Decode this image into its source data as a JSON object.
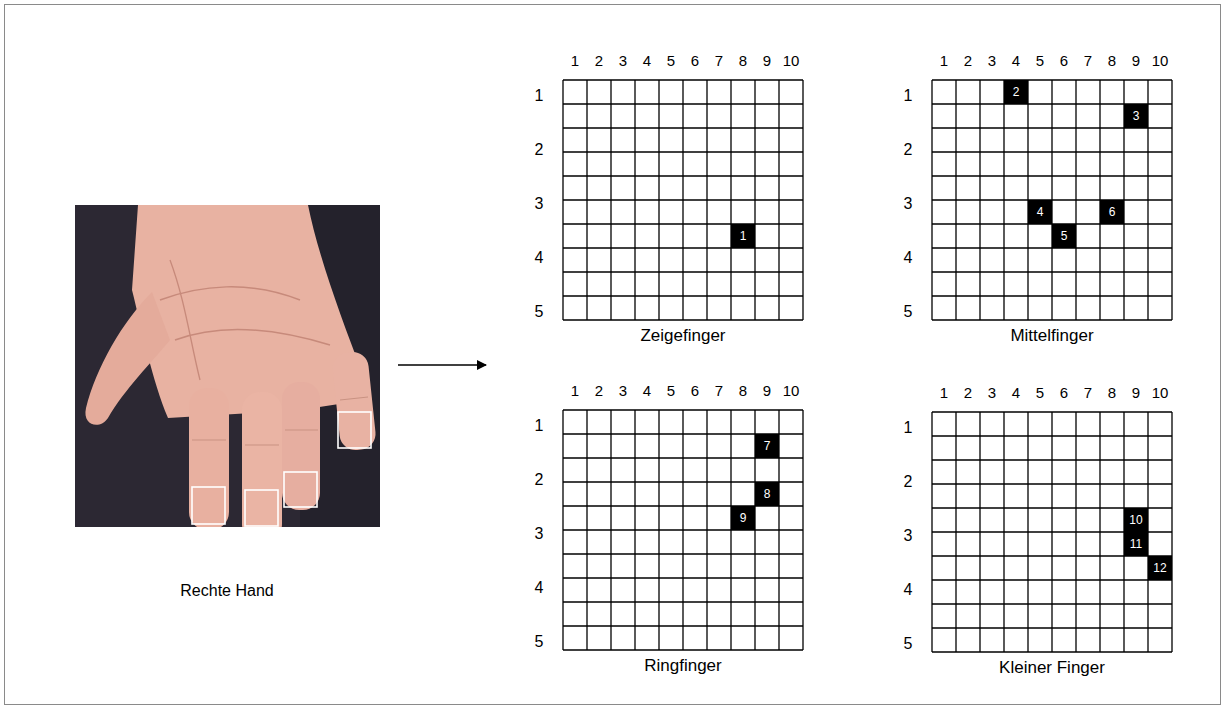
{
  "diagram": {
    "nodes": [
      {
        "text": [
          "Zeigefinger"
        ]
      },
      {
        "text": [
          "1"
        ],
        "in": 0
      },
      {
        "text": [
          "Mittelfinger"
        ]
      },
      {
        "text": [
          "2"
        ],
        "in": 2
      },
      {
        "text": [
          "3"
        ],
        "in": 2
      },
      {
        "text": [
          "4"
        ],
        "in": 2
      },
      {
        "text": [
          "5"
        ],
        "in": 2
      },
      {
        "text": [
          "6"
        ],
        "in": 2
      },
      {
        "text": [
          "Ringfinger"
        ]
      },
      {
        "text": [
          "7"
        ],
        "in": 8
      },
      {
        "text": [
          "8"
        ],
        "in": 8
      },
      {
        "text": [
          "9"
        ],
        "in": 8
      },
      {
        "text": [
          "Kleiner Finger"
        ]
      },
      {
        "text": [
          "10"
        ],
        "in": 12
      },
      {
        "text": [
          "11"
        ],
        "in": 12
      },
      {
        "text": [
          "12"
        ],
        "in": 12
      }
    ],
    "labels": [
      "Rechte Hand",
      "1",
      "2",
      "3",
      "4",
      "5",
      "6",
      "7",
      "8",
      "9",
      "10",
      "1",
      "2",
      "3",
      "4",
      "5",
      "1",
      "2",
      "3",
      "4",
      "5",
      "6",
      "7",
      "8",
      "9",
      "10",
      "1",
      "2",
      "3",
      "4",
      "5",
      "1",
      "2",
      "3",
      "4",
      "5",
      "6",
      "7",
      "8",
      "9",
      "10",
      "1",
      "2",
      "3",
      "4",
      "5",
      "1",
      "2",
      "3",
      "4",
      "5",
      "6",
      "7",
      "8",
      "9",
      "10",
      "1",
      "2",
      "3",
      "4",
      "5"
    ]
  }
}
